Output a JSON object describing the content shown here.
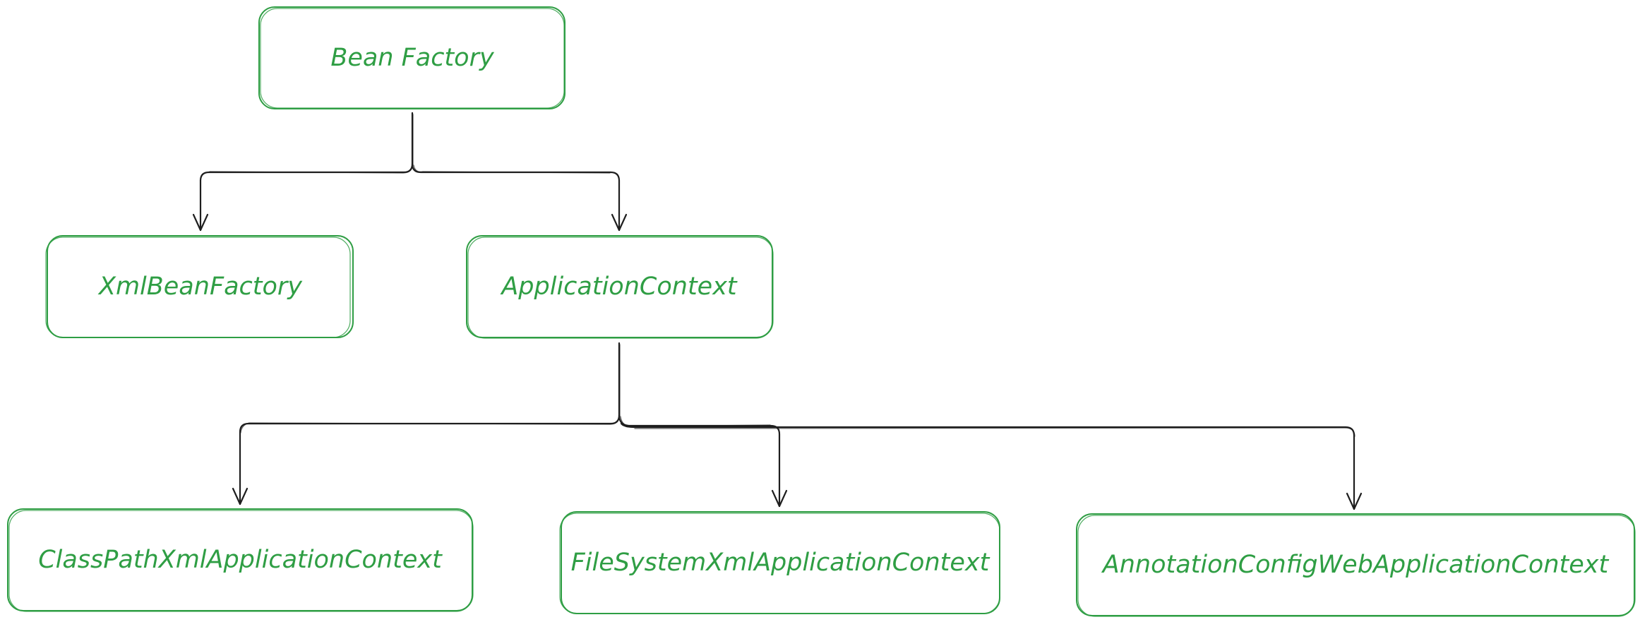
{
  "colors": {
    "node_stroke": "#2f9e44",
    "node_text": "#2f9e44",
    "edge": "#1e1e1e",
    "background": "#ffffff"
  },
  "nodes": {
    "bean_factory": "Bean Factory",
    "xml_bean_factory": "XmlBeanFactory",
    "application_context": "ApplicationContext",
    "class_path_xml": "ClassPathXmlApplicationContext",
    "file_system_xml": "FileSystemXmlApplicationContext",
    "annotation_config_web": "AnnotationConfigWebApplicationContext"
  },
  "edges": [
    {
      "from": "bean_factory",
      "to": "xml_bean_factory"
    },
    {
      "from": "bean_factory",
      "to": "application_context"
    },
    {
      "from": "application_context",
      "to": "class_path_xml"
    },
    {
      "from": "application_context",
      "to": "file_system_xml"
    },
    {
      "from": "application_context",
      "to": "annotation_config_web"
    }
  ]
}
